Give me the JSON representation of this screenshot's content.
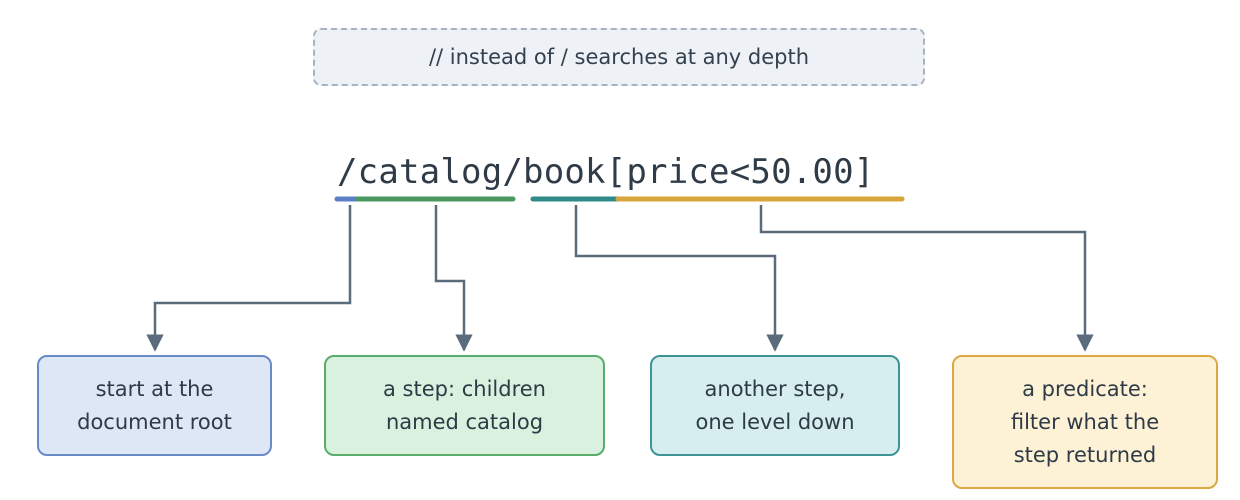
{
  "note": "// instead of / searches at any depth",
  "expression": "/catalog/book[price<50.00]",
  "boxes": {
    "root": [
      "start at the",
      "document root"
    ],
    "step": [
      "a step: children",
      "named catalog"
    ],
    "next": [
      "another step,",
      "one level down"
    ],
    "predicate": [
      "a predicate:",
      "filter what the",
      "step returned"
    ]
  },
  "colors": {
    "root": "#5b7fc7",
    "step": "#4a9a5f",
    "next": "#2f8a8a",
    "predicate": "#d9a53b",
    "connector": "#5a6b7b"
  }
}
